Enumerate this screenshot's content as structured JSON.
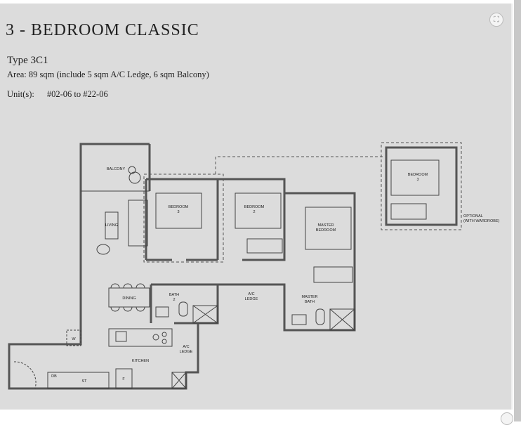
{
  "header": {
    "title": "3 - BEDROOM CLASSIC",
    "type": "Type 3C1",
    "area": "Area: 89 sqm (include 5 sqm A/C Ledge, 6 sqm Balcony)",
    "units_label": "Unit(s):",
    "units_value": "#02-06 to #22-06"
  },
  "plan": {
    "balcony": "BALCONY",
    "living": "LIVING",
    "dining": "DINING",
    "kitchen": "KITCHEN",
    "bedroom3": [
      "BEDROOM",
      "3"
    ],
    "bedroom2": [
      "BEDROOM",
      "2"
    ],
    "master_bedroom": [
      "MASTER",
      "BEDROOM"
    ],
    "bath2": [
      "BATH",
      "2"
    ],
    "ac_ledge": [
      "A/C",
      "LEDGE"
    ],
    "master_bath": [
      "MASTER",
      "BATH"
    ],
    "ac_ledge_kitchen": [
      "A/C",
      "LEDGE"
    ],
    "w": "W",
    "db": "DB",
    "st": "ST",
    "f": "F",
    "optional_bedroom": [
      "BEDROOM",
      "3"
    ],
    "optional_note": [
      "OPTIONAL",
      "(WITH WARDROBE)"
    ]
  },
  "controls": {
    "expand_icon": "expand-icon"
  }
}
